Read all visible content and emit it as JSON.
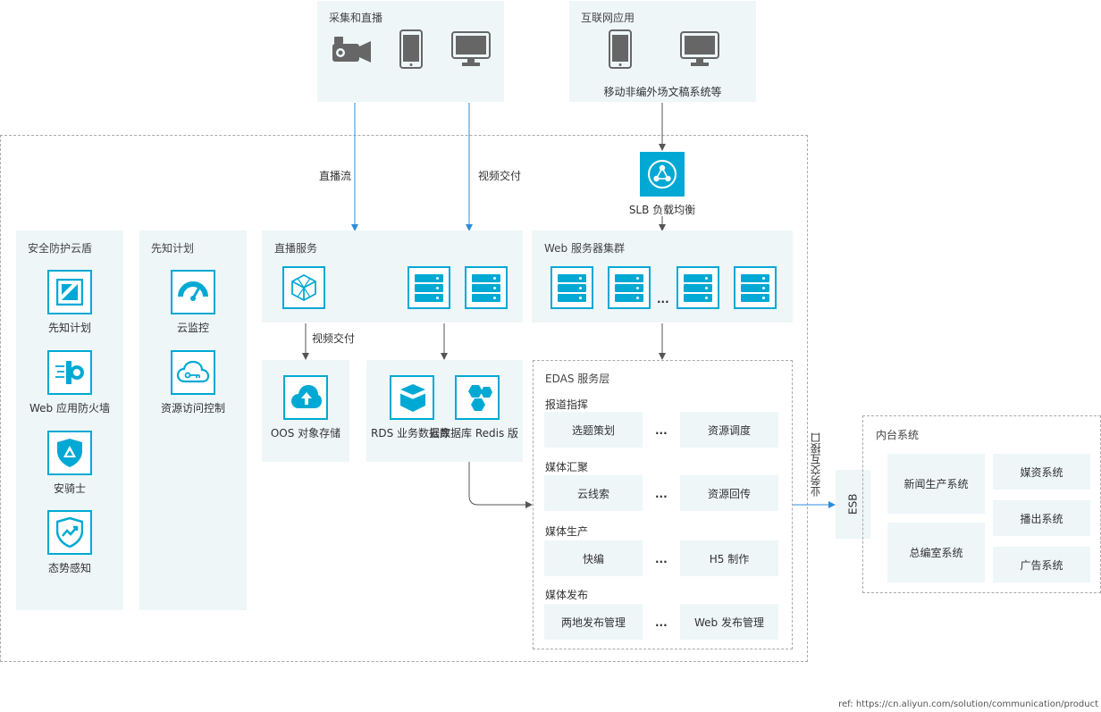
{
  "top": {
    "capture": {
      "title": "采集和直播"
    },
    "internet": {
      "title": "互联网应用",
      "caption": "移动非编外场文稿系统等"
    }
  },
  "arrows": {
    "live_stream": "直播流",
    "video_delivery": "视频交付",
    "video_delivery_2": "视频交付",
    "business_interface": "业务交互接口"
  },
  "slb": {
    "label": "SLB 负载均衡"
  },
  "security": {
    "title": "安全防护云盾",
    "items": [
      {
        "label": "先知计划",
        "icon": "slash-square-icon"
      },
      {
        "label": "Web 应用防火墙",
        "icon": "firewall-icon"
      },
      {
        "label": "安骑士",
        "icon": "shield-icon"
      },
      {
        "label": "态势感知",
        "icon": "shield-trend-icon"
      }
    ]
  },
  "xianzhi": {
    "title": "先知计划",
    "items": [
      {
        "label": "云监控",
        "icon": "gauge-icon"
      },
      {
        "label": "资源访问控制",
        "icon": "cloud-key-icon"
      }
    ]
  },
  "live_service": {
    "title": "直播服务"
  },
  "web_cluster": {
    "title": "Web 服务器集群",
    "ellipsis": "..."
  },
  "storage": {
    "oos": "OOS 对象存储",
    "rds": "RDS 业务数据库",
    "redis": "云数据库 Redis 版"
  },
  "edas": {
    "title": "EDAS 服务层",
    "groups": [
      {
        "title": "报道指挥",
        "left": "选题策划",
        "right": "资源调度",
        "ellipsis": "..."
      },
      {
        "title": "媒体汇聚",
        "left": "云线索",
        "right": "资源回传",
        "ellipsis": "..."
      },
      {
        "title": "媒体生产",
        "left": "快编",
        "right": "H5 制作",
        "ellipsis": "..."
      },
      {
        "title": "媒体发布",
        "left": "两地发布管理",
        "right": "Web 发布管理",
        "ellipsis": "..."
      }
    ]
  },
  "esb": {
    "label": "ESB"
  },
  "internal": {
    "title": "内台系统",
    "items": [
      "新闻生产系统",
      "总编室系统",
      "媒资系统",
      "播出系统",
      "广告系统"
    ]
  },
  "ref": "ref: https://cn.aliyun.com/solution/communication/product",
  "colors": {
    "accent": "#00a9d4",
    "panel": "#eef6f8",
    "arrow_blue": "#2e8ddb",
    "arrow_gray": "#555555"
  }
}
